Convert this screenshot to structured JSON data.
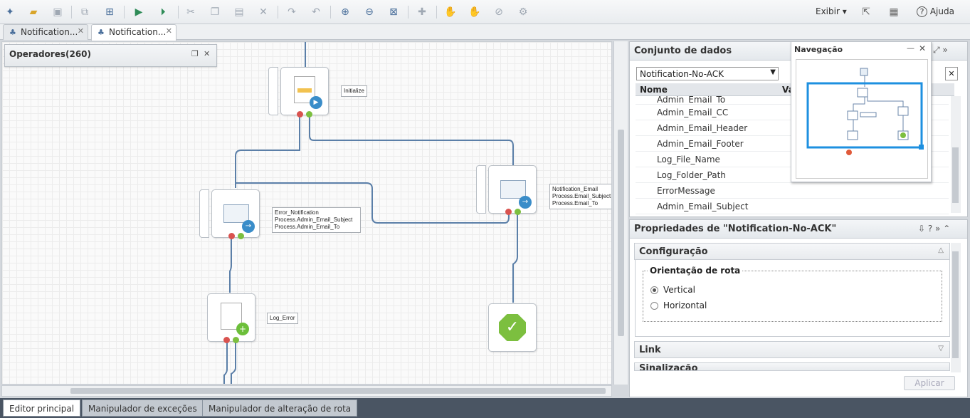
{
  "menu": {
    "view_label": "Exibir",
    "help_label": "Ajuda"
  },
  "doc_tabs": [
    {
      "label": "Notification..."
    },
    {
      "label": "Notification..."
    }
  ],
  "operators_panel": {
    "title": "Operadores(260)"
  },
  "canvas": {
    "initialize_label": "Initialize",
    "error_notification_label": "Error_Notification\nProcess.Admin_Email_Subject\nProcess.Admin_Email_To",
    "notification_email_label": "Notification_Email\nProcess.Email_Subject\nProcess.Email_To",
    "log_error_label": "Log_Error"
  },
  "dataset_panel": {
    "title": "Conjunto de dados",
    "selected_dataset": "Notification-No-ACK",
    "col_name": "Nome",
    "col_value": "Va",
    "rows": [
      "Admin_Email_To",
      "Admin_Email_CC",
      "Admin_Email_Header",
      "Admin_Email_Footer",
      "Log_File_Name",
      "Log_Folder_Path",
      "ErrorMessage",
      "Admin_Email_Subject"
    ]
  },
  "nav_panel": {
    "title": "Navegação"
  },
  "props_panel": {
    "title": "Propriedades de \"Notification-No-ACK\"",
    "config_section": "Configuração",
    "route_group": "Orientação de rota",
    "option_vertical": "Vertical",
    "option_horizontal": "Horizontal",
    "selected_orientation": "Vertical",
    "link_section": "Link",
    "next_section": "Sinalização",
    "apply_button": "Aplicar"
  },
  "bottom_tabs": [
    "Editor principal",
    "Manipulador de exceções",
    "Manipulador de alteração de rota"
  ]
}
